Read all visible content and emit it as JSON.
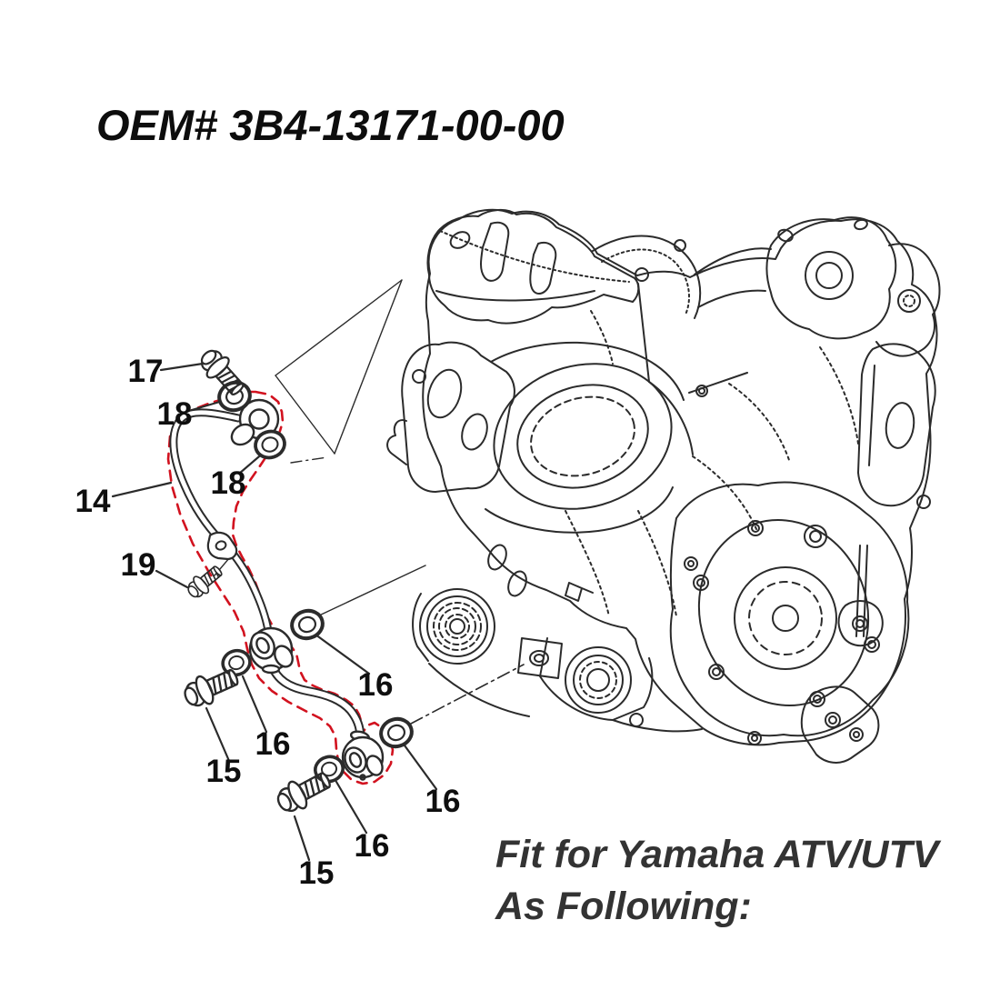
{
  "page": {
    "background": "#ffffff"
  },
  "header": {
    "oem_title": "OEM# 3B4-13171-00-00"
  },
  "footer": {
    "fit_line": "Fit for Yamaha ATV/UTV",
    "following_line": "As Following:"
  },
  "colors": {
    "line_art": "#2b2b2b",
    "highlight_red": "#d2121f",
    "label_text": "#0f0f0f",
    "footer_text": "#333333"
  },
  "diagram": {
    "type": "exploded-parts-line-drawing",
    "subject": "Yamaha ATV/UTV engine with oil delivery pipe highlighted by red dashed outline",
    "highlight_style": "red-dashed-outline",
    "labels": [
      {
        "text": "17"
      },
      {
        "text": "18"
      },
      {
        "text": "18"
      },
      {
        "text": "14"
      },
      {
        "text": "19"
      },
      {
        "text": "16"
      },
      {
        "text": "15"
      },
      {
        "text": "16"
      },
      {
        "text": "16"
      },
      {
        "text": "16"
      },
      {
        "text": "15"
      }
    ]
  }
}
